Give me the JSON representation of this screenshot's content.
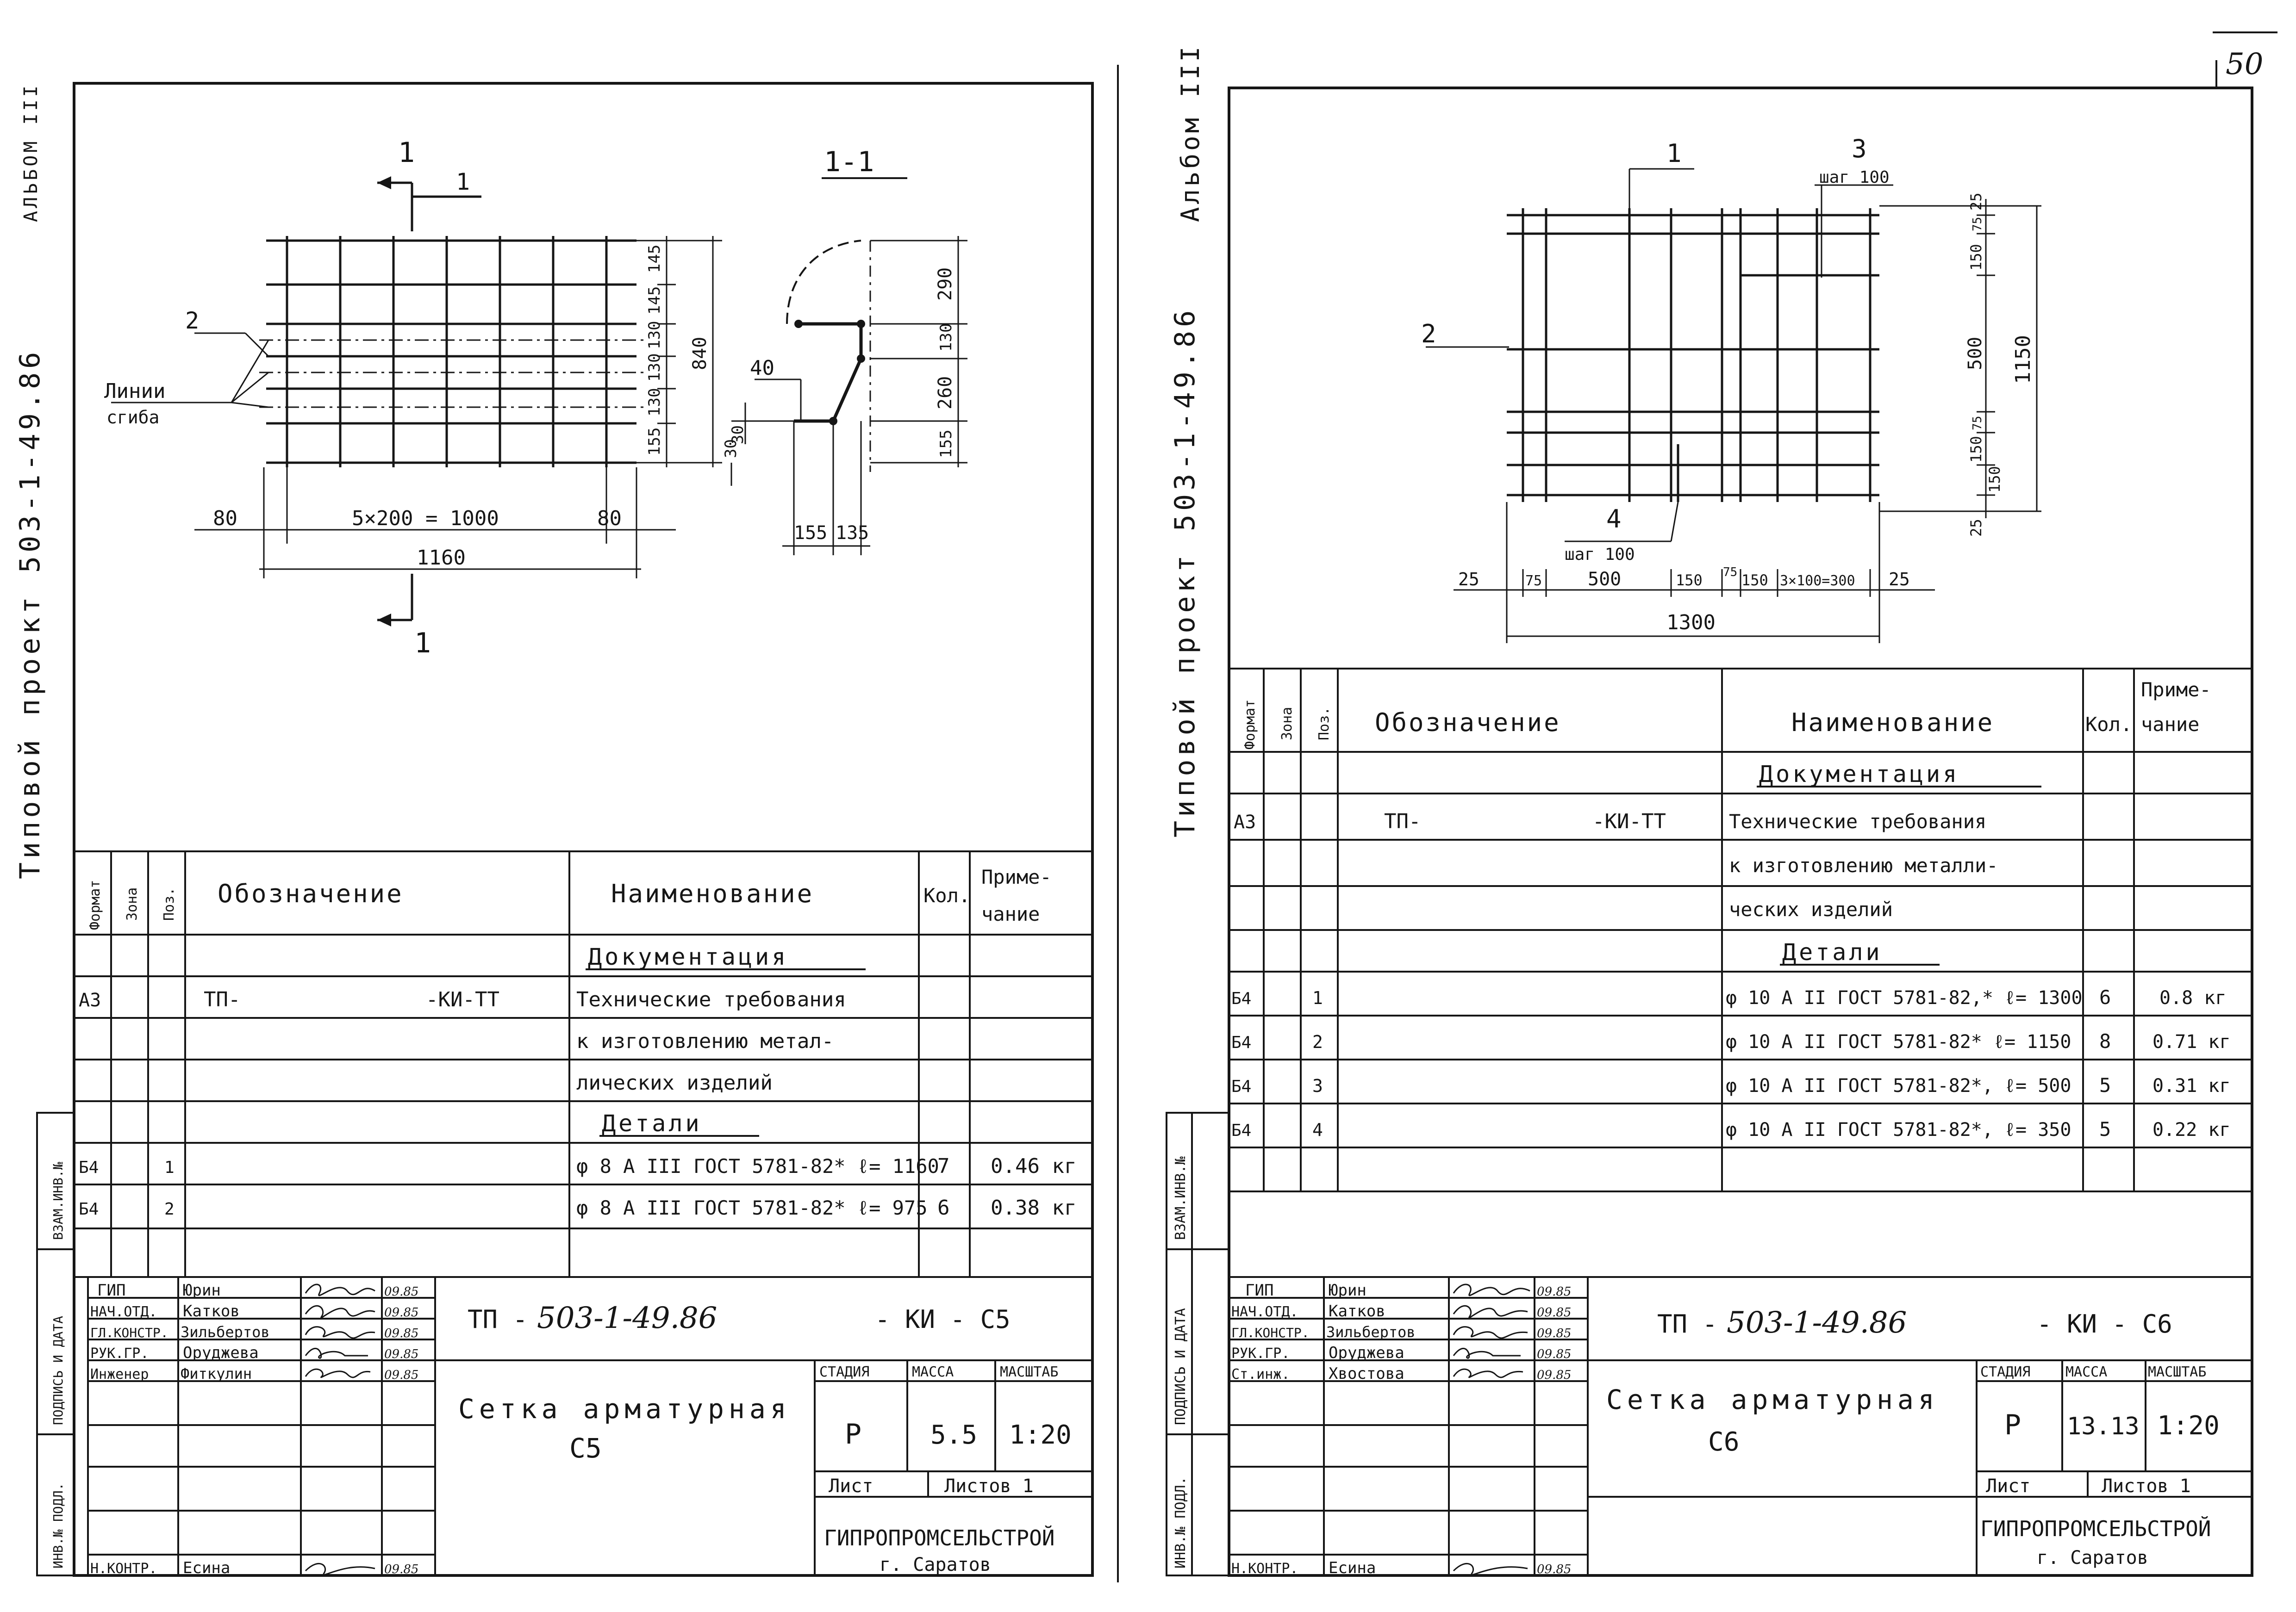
{
  "page_number": "50",
  "left": {
    "margin_album": "АЛЬБОМ III",
    "margin_project": "Типовой проект 503-1-49.86",
    "margin_signoff": [
      "ИНВ.№ ПОДЛ.",
      "ПОДПИСЬ И ДАТА",
      "ВЗАМ.ИНВ.№"
    ],
    "drawing": {
      "section_label": "1-1",
      "cut_mark": "1",
      "pos1": "1",
      "pos2": "2",
      "bend_label": "Линии",
      "bend_label2": "сгиба",
      "dims_bottom": [
        "80",
        "5×200 = 1000",
        "80"
      ],
      "dim_total": "1160",
      "dims_right": [
        "145",
        "145",
        "130",
        "130",
        "130",
        "155"
      ],
      "dim_height": "840",
      "dim_30": "30",
      "section_dims": [
        "290",
        "130",
        "260",
        "155"
      ],
      "section_40": "40",
      "section_30": "30",
      "section_bottom": [
        "155",
        "135"
      ]
    },
    "spec": {
      "headers": [
        "Формат",
        "Зона",
        "Поз.",
        "Обозначение",
        "Наименование",
        "Кол.",
        "Приме-",
        "чание"
      ],
      "doc_title": "Документация",
      "doc_format": "А3",
      "doc_code_a": "ТП-",
      "doc_code_b": "-КИ-ТТ",
      "doc_name": [
        "Технические требования",
        "к изготовлению метал-",
        "лических изделий"
      ],
      "details_title": "Детали",
      "rows": [
        {
          "format": "Б4",
          "pos": "1",
          "name": "φ 8 А III ГОСТ 5781-82* ℓ= 1160",
          "qty": "7",
          "note": "0.46 кг"
        },
        {
          "format": "Б4",
          "pos": "2",
          "name": "φ 8 А III ГОСТ 5781-82* ℓ= 975",
          "qty": "6",
          "note": "0.38 кг"
        }
      ]
    },
    "stamp": {
      "people": [
        {
          "role": "ГИП",
          "name": "Юрин",
          "date": "09.85"
        },
        {
          "role": "НАЧ.ОТД.",
          "name": "Катков",
          "date": "09.85"
        },
        {
          "role": "ГЛ.КОНСТР.",
          "name": "Зильбертов",
          "date": "09.85"
        },
        {
          "role": "РУК.ГР.",
          "name": "Оруджева",
          "date": "09.85"
        },
        {
          "role": "Инженер",
          "name": "Фиткулин",
          "date": "09.85"
        }
      ],
      "nkontr_role": "Н.КОНТР.",
      "nkontr_name": "Есина",
      "nkontr_date": "09.85",
      "code_prefix": "ТП -",
      "code_num": "503-1-49.86",
      "code_suffix": "- КИ - С5",
      "title": "Сетка арматурная",
      "title2": "С5",
      "stage_label": "СТАДИЯ",
      "mass_label": "МАССА",
      "scale_label": "МАСШТАБ",
      "stage": "Р",
      "mass": "5.5",
      "scale": "1:20",
      "sheet_label": "Лист",
      "sheets_label": "Листов 1",
      "org": "ГИПРОПРОМСЕЛЬСТРОЙ",
      "city": "г. Саратов"
    }
  },
  "right": {
    "margin_album": "Альбом III",
    "margin_project": "Типовой проект 503-1-49.86",
    "margin_signoff": [
      "ИНВ.№ ПОДЛ.",
      "ПОДПИСЬ И ДАТА",
      "ВЗАМ.ИНВ.№"
    ],
    "drawing": {
      "pos1": "1",
      "pos2": "2",
      "pos3": "3",
      "pos4": "4",
      "step3": "шаг 100",
      "step4": "шаг 100",
      "dims_right": [
        "25",
        "75",
        "150",
        "500",
        "75",
        "150",
        "150",
        "25"
      ],
      "dim_height": "1150",
      "dims_bottom": [
        "25",
        "75",
        "500",
        "150",
        "75",
        "150",
        "3×100=300",
        "25"
      ],
      "dim_total": "1300"
    },
    "spec": {
      "headers": [
        "Формат",
        "Зона",
        "Поз.",
        "Обозначение",
        "Наименование",
        "Кол.",
        "Приме-",
        "чание"
      ],
      "doc_title": "Документация",
      "doc_format": "А3",
      "doc_code_a": "ТП-",
      "doc_code_b": "-КИ-ТТ",
      "doc_name": [
        "Технические требования",
        "к изготовлению металли-",
        "ческих изделий"
      ],
      "details_title": "Детали",
      "rows": [
        {
          "format": "Б4",
          "pos": "1",
          "name": "φ 10 А II ГОСТ 5781-82,* ℓ= 1300",
          "qty": "6",
          "note": "0.8 кг"
        },
        {
          "format": "Б4",
          "pos": "2",
          "name": "φ 10 А II ГОСТ 5781-82* ℓ= 1150",
          "qty": "8",
          "note": "0.71 кг"
        },
        {
          "format": "Б4",
          "pos": "3",
          "name": "φ 10 А II ГОСТ 5781-82*, ℓ= 500",
          "qty": "5",
          "note": "0.31 кг"
        },
        {
          "format": "Б4",
          "pos": "4",
          "name": "φ 10 А II ГОСТ 5781-82*, ℓ= 350",
          "qty": "5",
          "note": "0.22 кг"
        }
      ]
    },
    "stamp": {
      "people": [
        {
          "role": "ГИП",
          "name": "Юрин",
          "date": "09.85"
        },
        {
          "role": "НАЧ.ОТД.",
          "name": "Катков",
          "date": "09.85"
        },
        {
          "role": "ГЛ.КОНСТР.",
          "name": "Зильбертов",
          "date": "09.85"
        },
        {
          "role": "РУК.ГР.",
          "name": "Оруджева",
          "date": "09.85"
        },
        {
          "role": "Ст.инж.",
          "name": "Хвостова",
          "date": "09.85"
        }
      ],
      "nkontr_role": "Н.КОНТР.",
      "nkontr_name": "Есина",
      "nkontr_date": "09.85",
      "code_prefix": "ТП -",
      "code_num": "503-1-49.86",
      "code_suffix": "- КИ - С6",
      "title": "Сетка арматурная",
      "title2": "С6",
      "stage_label": "СТАДИЯ",
      "mass_label": "МАССА",
      "scale_label": "МАСШТАБ",
      "stage": "Р",
      "mass": "13.13",
      "scale": "1:20",
      "sheet_label": "Лист",
      "sheets_label": "Листов 1",
      "org": "ГИПРОПРОМСЕЛЬСТРОЙ",
      "city": "г. Саратов"
    }
  }
}
